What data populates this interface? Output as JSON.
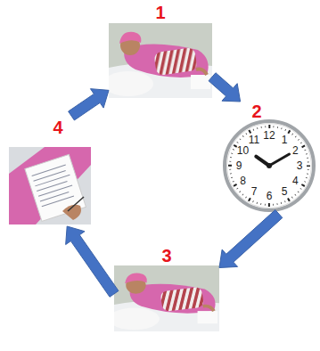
{
  "diagram": {
    "nodes": [
      {
        "text": [
          "1"
        ]
      },
      {
        "text": [
          "2"
        ]
      },
      {
        "text": [
          "3"
        ]
      },
      {
        "text": [
          "4"
        ]
      }
    ],
    "edges": [
      {
        "from": 0,
        "to": 1,
        "arrow": "to"
      },
      {
        "from": 1,
        "to": 2,
        "arrow": "to"
      },
      {
        "from": 2,
        "to": 3,
        "arrow": "to"
      },
      {
        "from": 3,
        "to": 0,
        "arrow": "to"
      }
    ],
    "labels": [
      "12",
      "1",
      "2",
      "3",
      "4",
      "5",
      "6",
      "7",
      "8",
      "9",
      "10",
      "11"
    ]
  }
}
